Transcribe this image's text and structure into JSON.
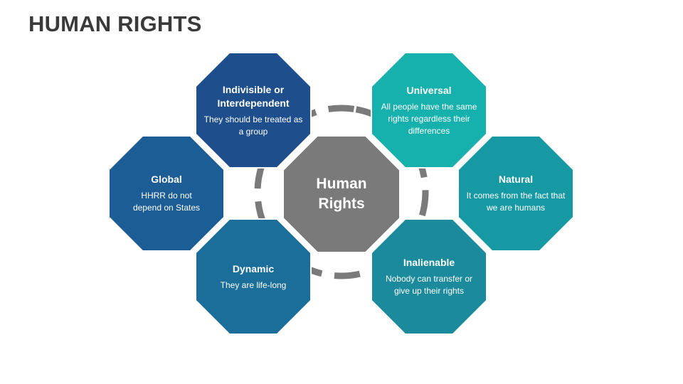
{
  "title": "HUMAN RIGHTS",
  "center": {
    "line1": "Human",
    "line2": "Rights"
  },
  "nodes": [
    {
      "id": "indivisible",
      "title": "Indivisible or Interdependent",
      "desc": "They should be treated as a group",
      "color": "#1f4e8c"
    },
    {
      "id": "universal",
      "title": "Universal",
      "desc": "All people have the same rights regardless their differences",
      "color": "#17b1ad"
    },
    {
      "id": "global",
      "title": "Global",
      "desc": "HHRR do not depend on States",
      "color": "#1b5d94"
    },
    {
      "id": "natural",
      "title": "Natural",
      "desc": "It comes from the fact that we are humans",
      "color": "#1799a3"
    },
    {
      "id": "dynamic",
      "title": "Dynamic",
      "desc": "They are life-long",
      "color": "#1b6e99"
    },
    {
      "id": "inalienable",
      "title": "Inalienable",
      "desc": "Nobody can transfer or give up their rights",
      "color": "#1a8a9c"
    }
  ],
  "colors": {
    "center": "#7a7a7a",
    "ring": "#7a7a7a",
    "title": "#3a3a3a"
  }
}
